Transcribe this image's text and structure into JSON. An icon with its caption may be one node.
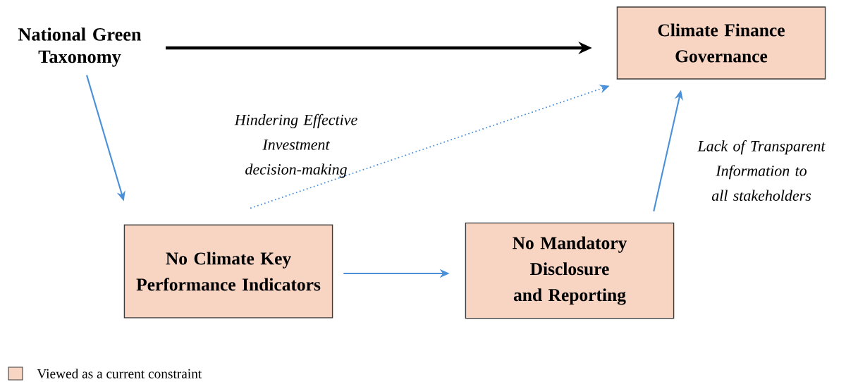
{
  "diagram": {
    "nodes": [
      {
        "text": [
          "National Green Taxonomy"
        ]
      },
      {
        "text": [
          "Climate Finance Governance"
        ]
      },
      {
        "text": [
          "No Climate Key Performance Indicators"
        ]
      },
      {
        "text": [
          "No Mandatory Disclosure and Reporting"
        ]
      }
    ],
    "edges": [
      {
        "from": 0,
        "to": 1,
        "arrow": "to",
        "style": "thick",
        "color": "#000000"
      },
      {
        "from": 0,
        "to": 2,
        "arrow": "to"
      },
      {
        "from": 2,
        "to": 1,
        "arrow": "to",
        "style": "dashed",
        "label": "Hindering Effective Investment decision-making"
      },
      {
        "from": 2,
        "to": 3,
        "arrow": "to"
      },
      {
        "from": 3,
        "to": 1,
        "arrow": "to",
        "label": "Lack of Transparent Information to all stakeholders"
      }
    ],
    "legend": [
      {
        "text": "Viewed as a current constraint",
        "color": "#f8d5c3"
      }
    ]
  }
}
